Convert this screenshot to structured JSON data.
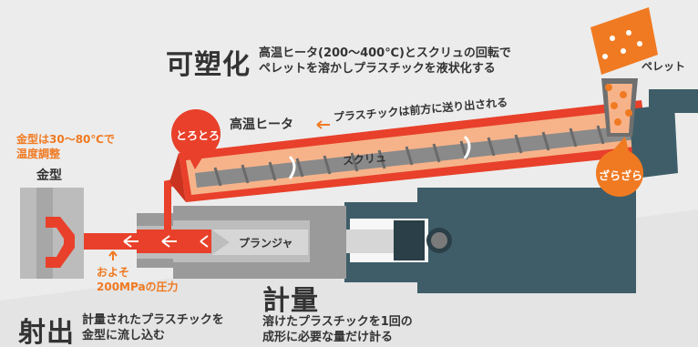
{
  "headline_section": {
    "title": "可塑化",
    "desc_line1": "高温ヒータ(200〜400℃)とスクリュの回転で",
    "desc_line2": "ペレットを溶かしプラスチックを液状化する"
  },
  "metering_section": {
    "title": "計量",
    "desc_line1": "溶けたプラスチックを1回の",
    "desc_line2": "成形に必要な量だけ計る"
  },
  "injection_section": {
    "title": "射出",
    "desc_line1": "計量されたプラスチックを",
    "desc_line2": "金型に流し込む"
  },
  "labels": {
    "pellet": "ペレット",
    "heater": "高温ヒータ",
    "flow_note": "プラスチックは前方に送り出される",
    "screw": "スクリュ",
    "plunger": "プランジャ",
    "mold": "金型",
    "mold_temp_line1": "金型は30〜80℃で",
    "mold_temp_line2": "温度調整",
    "pressure_line1": "およそ",
    "pressure_line2": "200MPaの圧力",
    "melted_bubble": "とろとろ",
    "granular_bubble": "ざらざら"
  },
  "colors": {
    "accent_orange": "#f07a22",
    "melt_red": "#e8402a",
    "machine_teal": "#3e5d68",
    "barrel_gray": "#8c8c8c",
    "text_dark": "#333333"
  }
}
